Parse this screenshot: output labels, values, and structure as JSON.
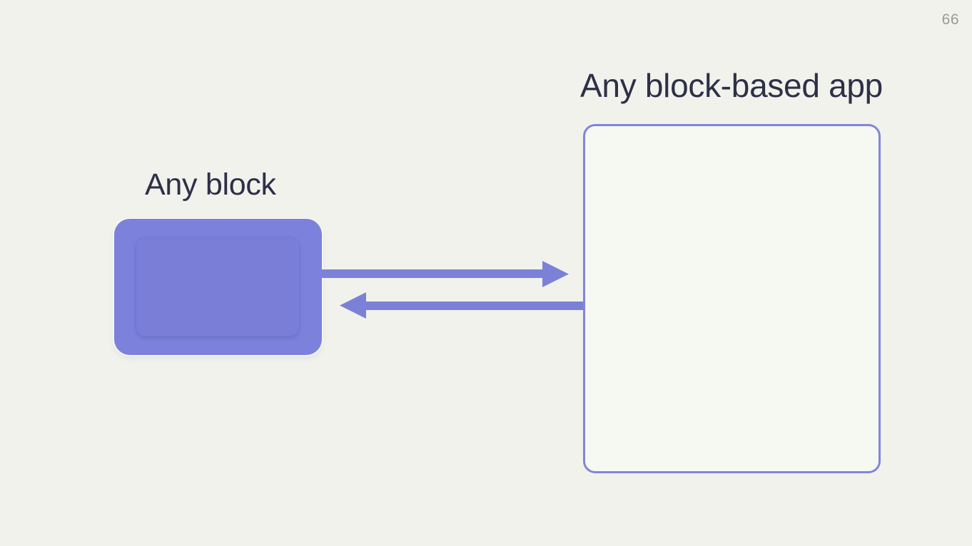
{
  "page": {
    "number": "66"
  },
  "colors": {
    "background": "#f1f2ec",
    "block_fill": "#7c81db",
    "arrow": "#7c81d8",
    "app_border": "#8086d8",
    "heading_text": "#2d3047",
    "page_number": "#9a9a9a"
  },
  "diagram": {
    "block": {
      "label": "Any block"
    },
    "app": {
      "label": "Any block-based app"
    },
    "arrows": [
      {
        "name": "block-to-app",
        "direction": "right"
      },
      {
        "name": "app-to-block",
        "direction": "left"
      }
    ]
  }
}
